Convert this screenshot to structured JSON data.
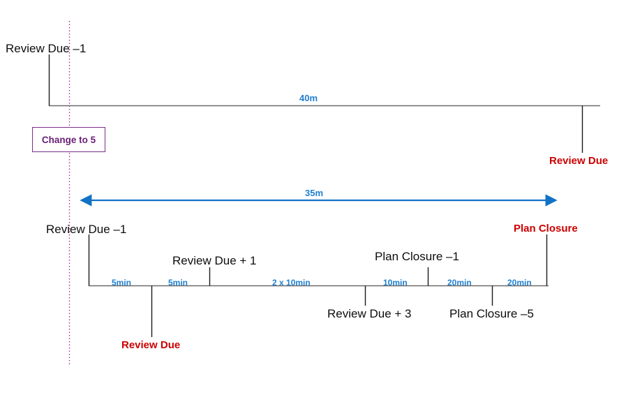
{
  "diagram": {
    "title": "Review Due / Plan Closure timeline",
    "colors": {
      "milestone_plain": "#0d0d0d",
      "milestone_highlight": "#cc0000",
      "duration": "#1f7fd0",
      "arrow": "#1f7fd0",
      "callout_border": "#7b2d8b",
      "callout_text": "#6b2178",
      "marker_line": "#595959",
      "tick": "#1a1a1a"
    },
    "callout": {
      "label": "Change to 5"
    },
    "top_timeline": {
      "span_label": "40m",
      "start_label": "Review Due –1",
      "end_label": "Review Due"
    },
    "range_arrow": {
      "label": "35m"
    },
    "bottom_timeline": {
      "segments": [
        {
          "label": "5min"
        },
        {
          "label": "5min"
        },
        {
          "label": "2 x 10min"
        },
        {
          "label": "10min"
        },
        {
          "label": "20min"
        },
        {
          "label": "20min"
        }
      ],
      "milestones_above": [
        {
          "label": "Review Due –1"
        },
        {
          "label": "Review Due + 1"
        },
        {
          "label": "Plan Closure –1"
        },
        {
          "label": "Plan Closure"
        }
      ],
      "milestones_below": [
        {
          "label": "Review Due"
        },
        {
          "label": "Review Due + 3"
        },
        {
          "label": "Plan Closure –5"
        }
      ]
    }
  }
}
